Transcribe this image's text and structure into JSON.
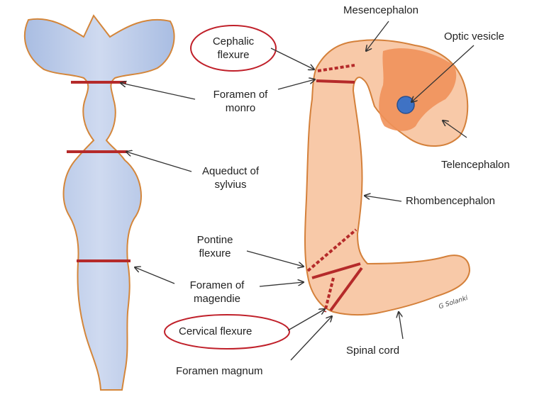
{
  "labels": {
    "cephalic_flexure": [
      "Cephalic",
      "flexure"
    ],
    "foramen_of_monro": [
      "Foramen of",
      "monro"
    ],
    "aqueduct_of_sylvius": [
      "Aqueduct of",
      "sylvius"
    ],
    "pontine_flexure": [
      "Pontine",
      "flexure"
    ],
    "foramen_of_magendie": [
      "Foramen of",
      "magendie"
    ],
    "cervical_flexure": "Cervical flexure",
    "foramen_magnum": "Foramen magnum",
    "mesencephalon": "Mesencephalon",
    "optic_vesicle": "Optic vesicle",
    "telencephalon": "Telencephalon",
    "rhombencephalon": "Rhombencephalon",
    "spinal_cord": "Spinal cord",
    "signature": "G Solanki"
  },
  "colors": {
    "ventricle_fill": "#b9c9e8",
    "ventricle_stroke": "#d4863a",
    "brain_fill": "#f8c9a8",
    "brain_stroke": "#d4803a",
    "optic_region": "#f0915a",
    "optic_vesicle": "#3f72c4",
    "constriction": "#b52a2a",
    "highlight_ellipse": "#c0202a",
    "arrow": "#333333"
  }
}
